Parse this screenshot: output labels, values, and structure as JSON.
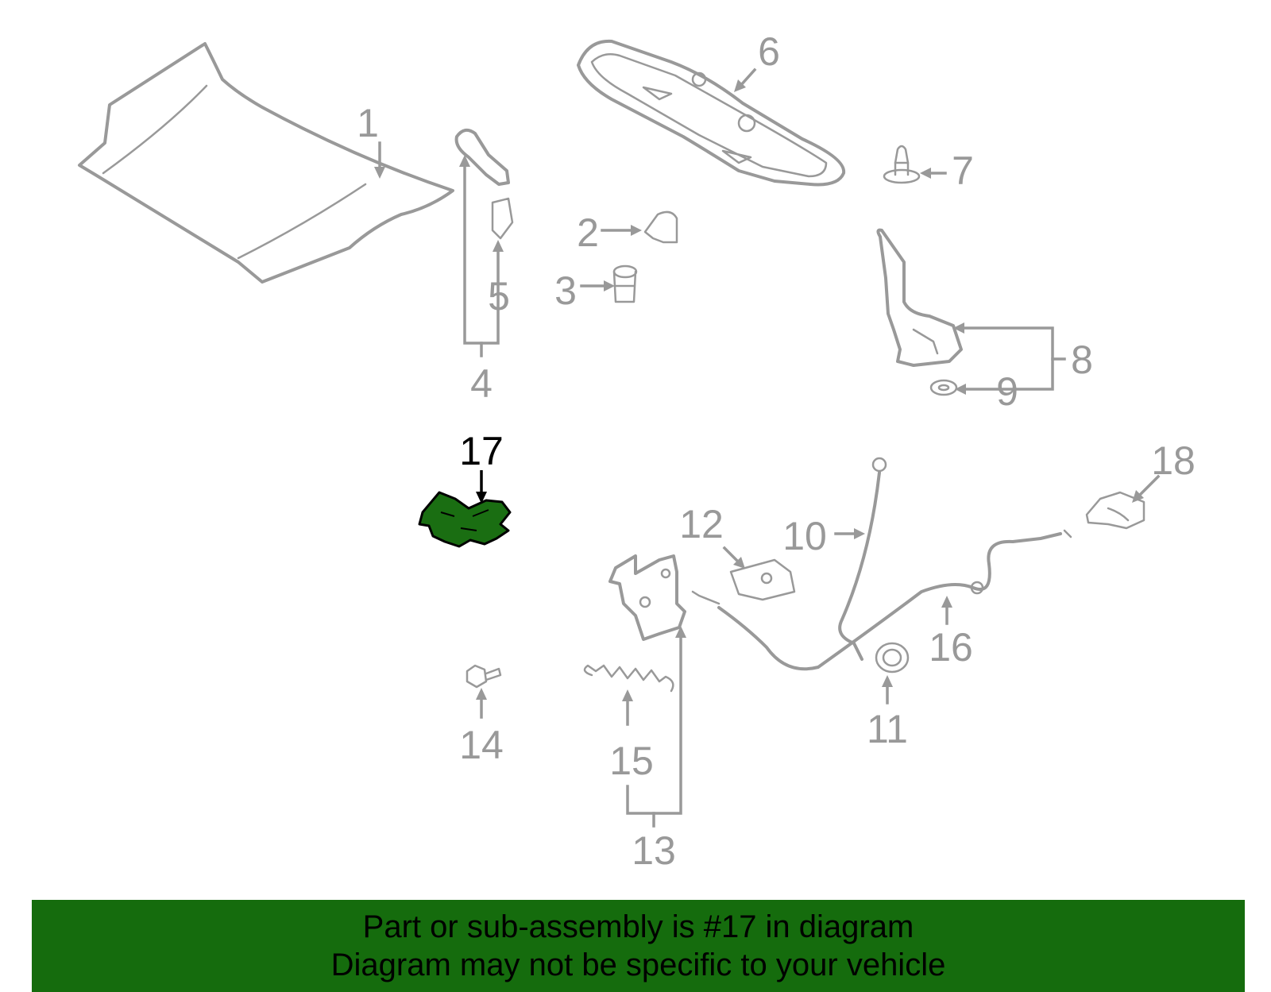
{
  "colors": {
    "part_outline": "#999999",
    "highlight_fill": "#1a6e12",
    "highlight_outline": "#000000",
    "banner_bg": "#156c0d",
    "banner_text": "#000000"
  },
  "callouts": {
    "c1": "1",
    "c2": "2",
    "c3": "3",
    "c4": "4",
    "c5": "5",
    "c6": "6",
    "c7": "7",
    "c8": "8",
    "c9": "9",
    "c10": "10",
    "c11": "11",
    "c12": "12",
    "c13": "13",
    "c14": "14",
    "c15": "15",
    "c16": "16",
    "c17": "17",
    "c18": "18"
  },
  "highlighted_part": "17",
  "banner": {
    "line1": "Part or sub-assembly is #17 in diagram",
    "line2": "Diagram may not be specific to your vehicle"
  }
}
